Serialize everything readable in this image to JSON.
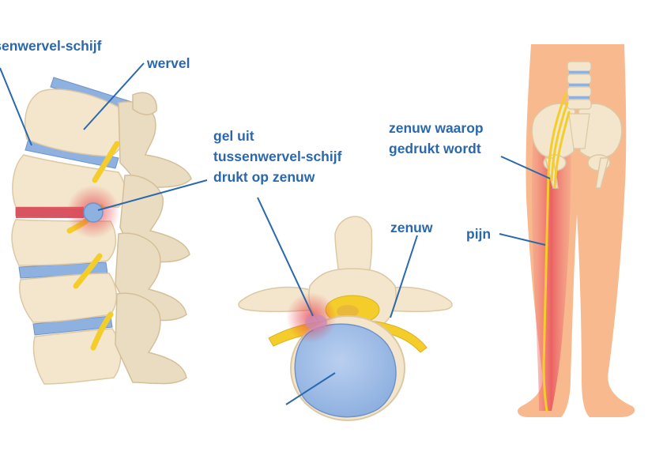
{
  "labels": {
    "disc": "tussenwervel-schijf",
    "vertebra": "wervel",
    "gel_line1": "gel uit",
    "gel_line2": "tussenwervel-schijf",
    "gel_line3": "drukt op zenuw",
    "nerve": "zenuw",
    "pressed_line1": "zenuw waarop",
    "pressed_line2": "gedrukt wordt",
    "pain": "pijn"
  },
  "colors": {
    "label": "#2a68ad",
    "bone": "#f3e6cc",
    "bone_shadow": "#e2d1b1",
    "disc": "#8fb1e0",
    "nerve": "#f4cd2b",
    "pain": "#e63c45",
    "skin": "#f8b98e",
    "muscle": "#ee8478",
    "nucleus": "#a9c3ea"
  }
}
